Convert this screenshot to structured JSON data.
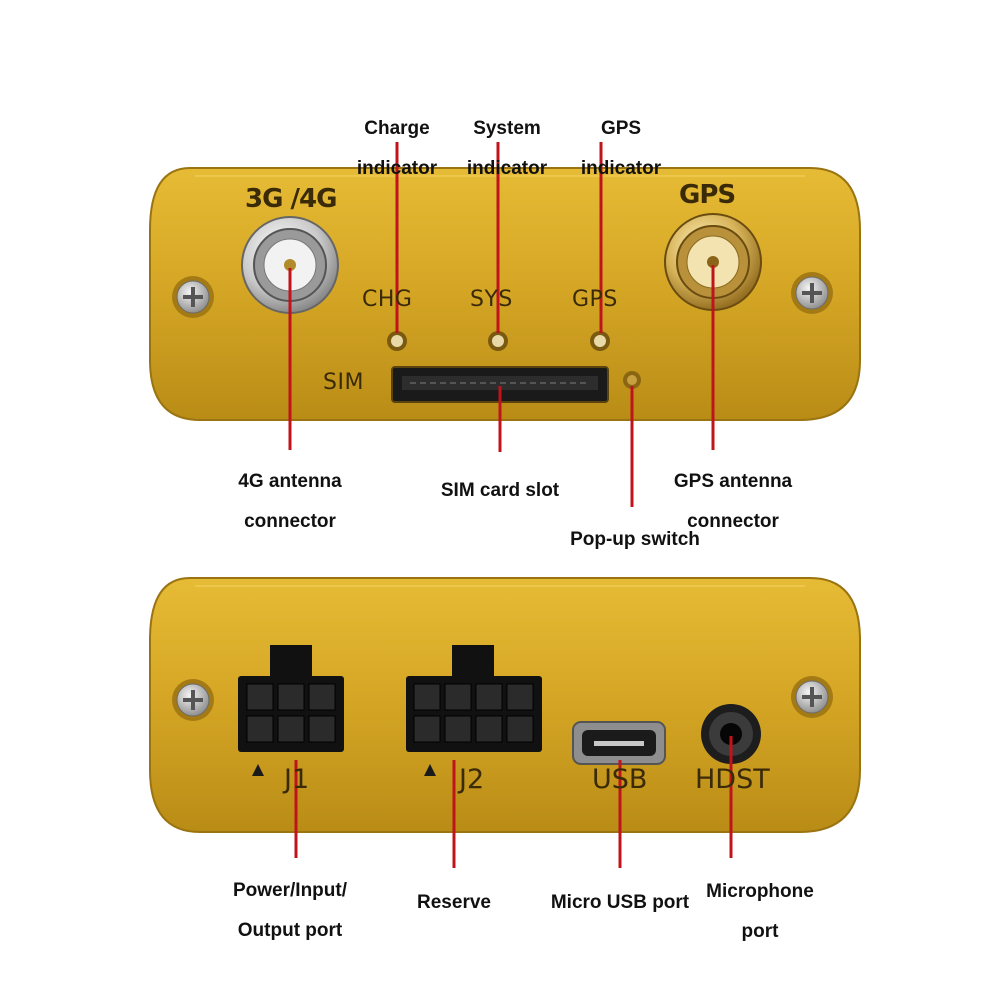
{
  "colors": {
    "gold_light": "#ddb02a",
    "gold": "#c99a1b",
    "gold_dark": "#9b7412",
    "leader": "#c0141c",
    "label": "#111111",
    "print": "#3a2a08"
  },
  "front_panel": {
    "prints": {
      "antenna_4g": "3G /4G",
      "antenna_gps": "GPS",
      "chg": "CHG",
      "sys": "SYS",
      "gps_led": "GPS",
      "sim": "SIM"
    },
    "callouts": {
      "charge_indicator": [
        "Charge",
        "indicator"
      ],
      "system_indicator": [
        "System",
        "indicator"
      ],
      "gps_indicator": [
        "GPS",
        "indicator"
      ],
      "antenna_4g_connector": [
        "4G antenna",
        "connector"
      ],
      "sim_card_slot": [
        "SIM card slot"
      ],
      "gps_antenna_connector": [
        "GPS antenna",
        "connector"
      ],
      "popup_switch": [
        "Pop-up switch"
      ]
    }
  },
  "back_panel": {
    "prints": {
      "j1": "J1",
      "j2": "J2",
      "usb": "USB",
      "hdst": "HDST"
    },
    "callouts": {
      "power_port": [
        "Power/Input/",
        "Output port"
      ],
      "reserve": [
        "Reserve"
      ],
      "micro_usb": [
        "Micro USB port"
      ],
      "microphone": [
        "Microphone",
        "port"
      ]
    }
  }
}
